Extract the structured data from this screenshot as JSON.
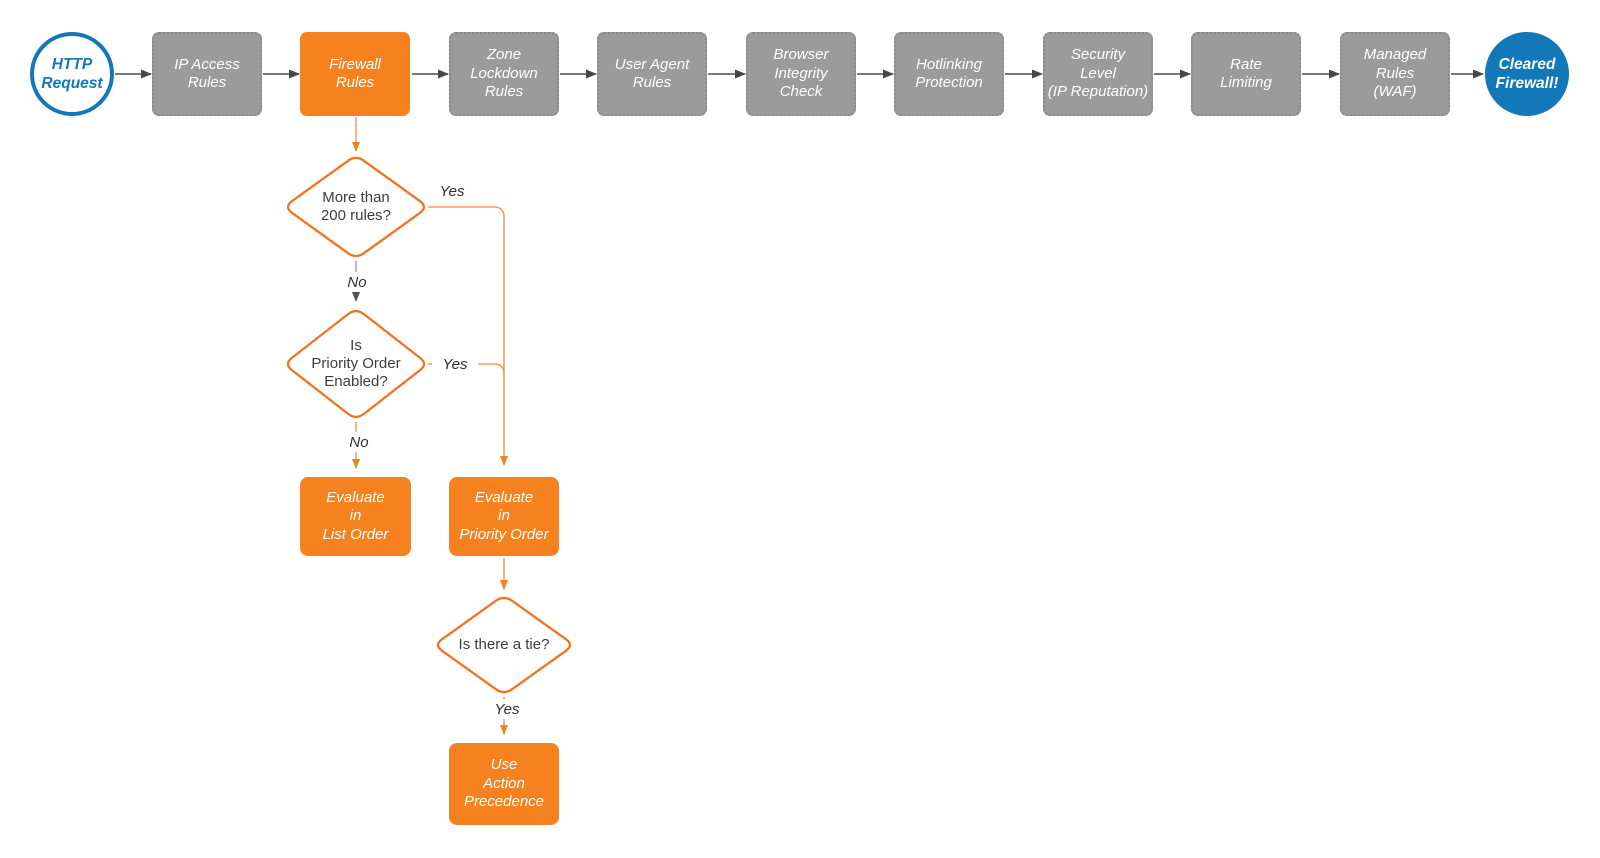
{
  "pipeline": {
    "start_label": "HTTP\nRequest",
    "steps": [
      {
        "id": "ip-access-rules",
        "label": "IP Access\nRules",
        "highlighted": false
      },
      {
        "id": "firewall-rules",
        "label": "Firewall\nRules",
        "highlighted": true
      },
      {
        "id": "zone-lockdown-rules",
        "label": "Zone\nLockdown\nRules",
        "highlighted": false
      },
      {
        "id": "user-agent-rules",
        "label": "User Agent\nRules",
        "highlighted": false
      },
      {
        "id": "browser-integrity-check",
        "label": "Browser\nIntegrity\nCheck",
        "highlighted": false
      },
      {
        "id": "hotlinking-protection",
        "label": "Hotlinking\nProtection",
        "highlighted": false
      },
      {
        "id": "security-level",
        "label": "Security\nLevel\n(IP Reputation)",
        "highlighted": false
      },
      {
        "id": "rate-limiting",
        "label": "Rate\nLimiting",
        "highlighted": false
      },
      {
        "id": "managed-rules-waf",
        "label": "Managed\nRules\n(WAF)",
        "highlighted": false
      }
    ],
    "end_label": "Cleared\nFirewall!"
  },
  "branch": {
    "decision_more_than_200": "More than\n200 rules?",
    "decision_priority_enabled": "Is\nPriority Order\nEnabled?",
    "decision_tie": "Is there a tie?",
    "action_list_order": "Evaluate\nin\nList Order",
    "action_priority_order": "Evaluate\nin\nPriority Order",
    "action_precedence": "Use\nAction\nPrecedence",
    "edge_labels": {
      "yes1": "Yes",
      "no1": "No",
      "yes2": "Yes",
      "no2": "No",
      "yes3": "Yes"
    }
  },
  "colors": {
    "orange": "#f6821f",
    "orange-stroke": "#f1731c",
    "orange-line": "#f79a55",
    "gray-box": "#9b9b9b",
    "gray-border": "#8a8a8a",
    "blue": "#1378b9",
    "dark-line": "#4a4c4e",
    "gray-line": "#a2a2a2",
    "text-dark": "#3d3d3d"
  }
}
